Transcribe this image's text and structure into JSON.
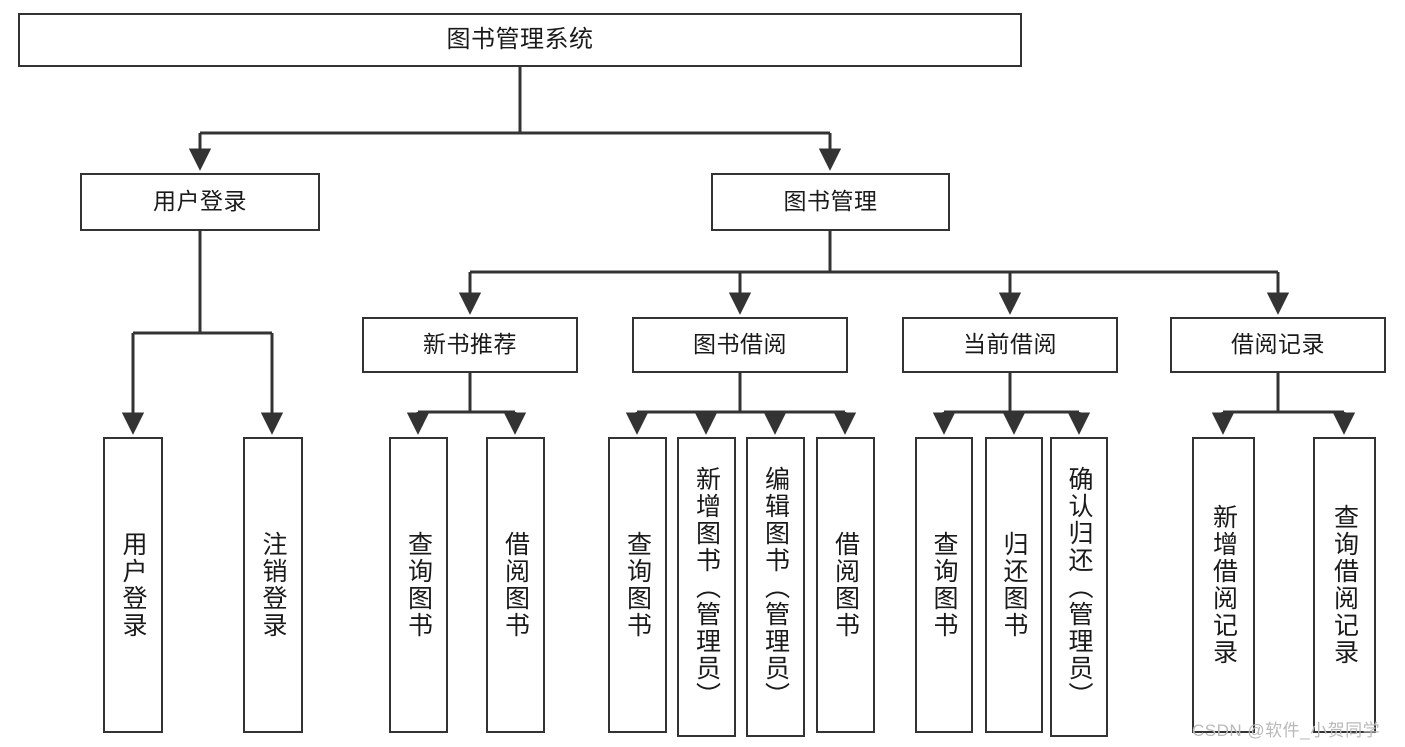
{
  "diagram": {
    "title_node": {
      "id": "root",
      "label": "图书管理系统"
    },
    "level2": [
      {
        "id": "user-login",
        "label": "用户登录"
      },
      {
        "id": "book-manage",
        "label": "图书管理"
      }
    ],
    "level3": [
      {
        "id": "new-book-rec",
        "label": "新书推荐"
      },
      {
        "id": "book-borrow",
        "label": "图书借阅"
      },
      {
        "id": "current-borrow",
        "label": "当前借阅"
      },
      {
        "id": "borrow-record",
        "label": "借阅记录"
      }
    ],
    "leaves": {
      "user_login": [
        {
          "id": "leaf-user-login",
          "label": "用户登录"
        },
        {
          "id": "leaf-logout-login",
          "label": "注销登录"
        }
      ],
      "new_book_rec": [
        {
          "id": "leaf-query-book-1",
          "label": "查询图书"
        },
        {
          "id": "leaf-borrow-book-1",
          "label": "借阅图书"
        }
      ],
      "book_borrow": [
        {
          "id": "leaf-query-book-2",
          "label": "查询图书"
        },
        {
          "id": "leaf-add-book-admin",
          "label": "新增图书（管理员）"
        },
        {
          "id": "leaf-edit-book-admin",
          "label": "编辑图书（管理员）"
        },
        {
          "id": "leaf-borrow-book-2",
          "label": "借阅图书"
        }
      ],
      "current_borrow": [
        {
          "id": "leaf-query-book-3",
          "label": "查询图书"
        },
        {
          "id": "leaf-return-book",
          "label": "归还图书"
        },
        {
          "id": "leaf-confirm-return-admin",
          "label": "确认归还（管理员）"
        }
      ],
      "borrow_record": [
        {
          "id": "leaf-add-borrow-record",
          "label": "新增借阅记录"
        },
        {
          "id": "leaf-query-borrow-record",
          "label": "查询借阅记录"
        }
      ]
    }
  },
  "watermark": {
    "text": "CSDN @软件_小贺同学"
  },
  "colors": {
    "stroke": "#333333",
    "box_border": "#333333",
    "background": "#ffffff",
    "text": "#1a1a1a",
    "watermark": "#b9b9b9"
  }
}
